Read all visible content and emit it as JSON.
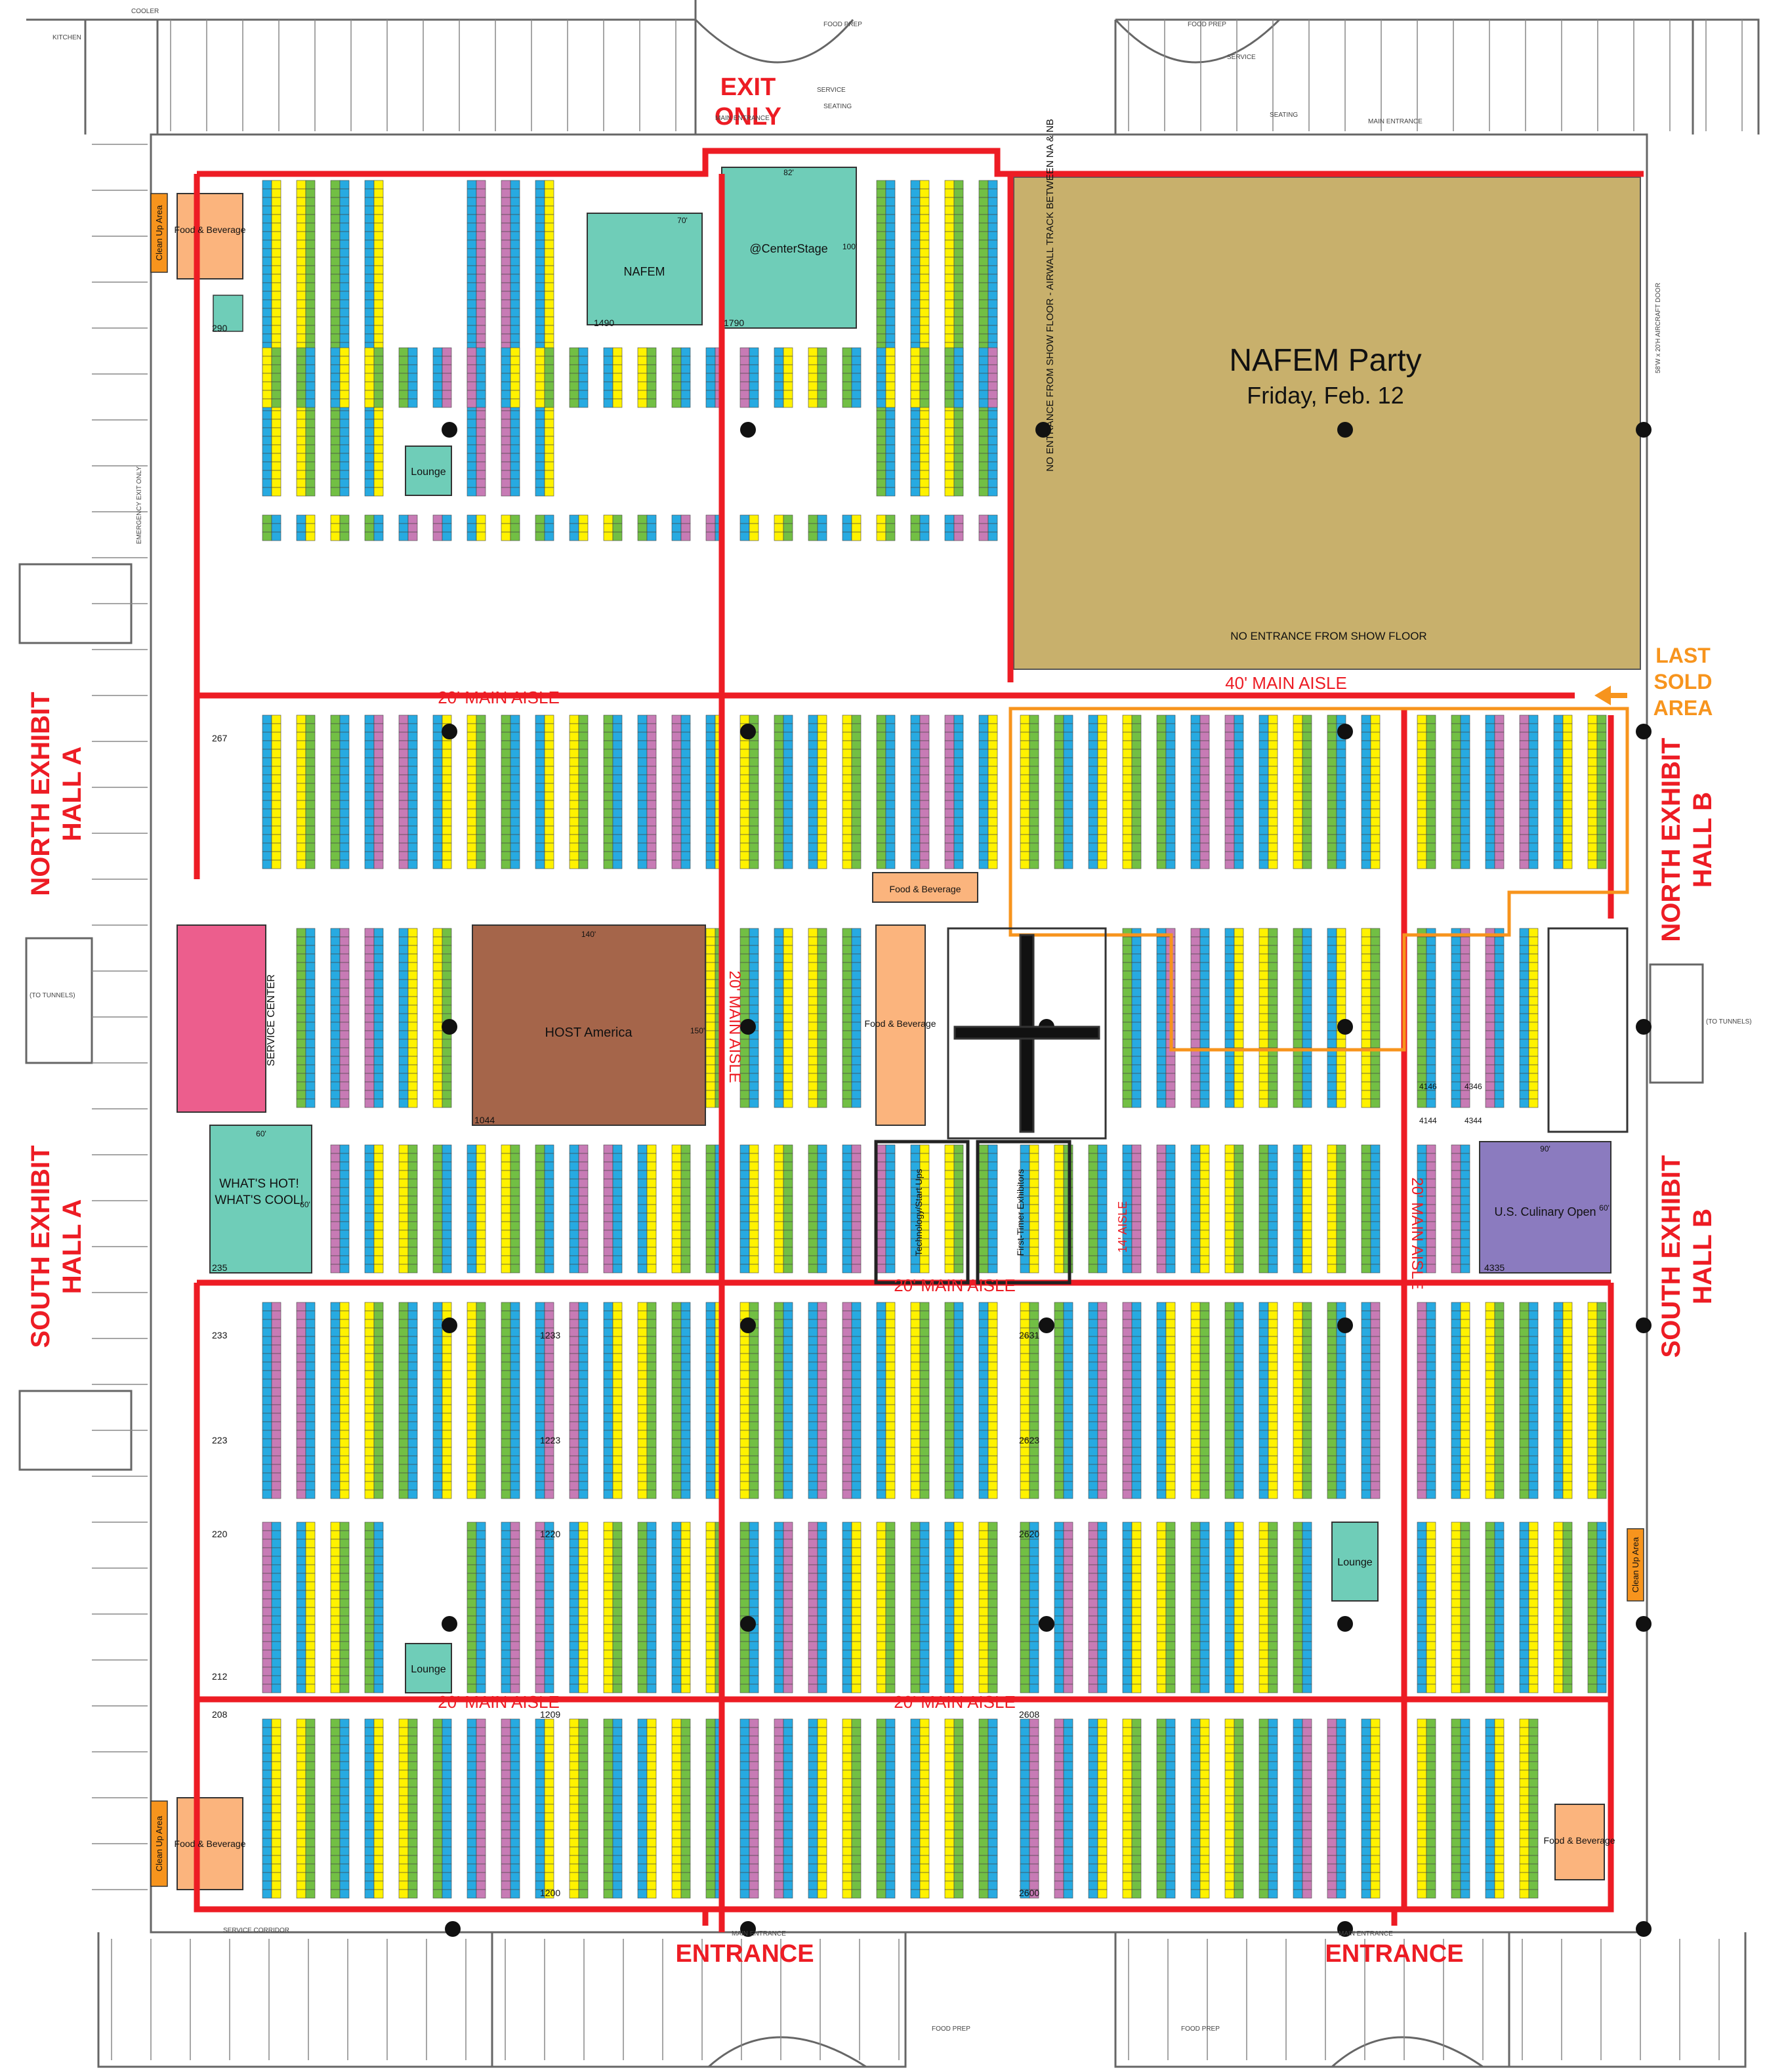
{
  "colors": {
    "blue": "#27aae1",
    "yellow": "#fff200",
    "green": "#72bf44",
    "purple": "#c77bb5",
    "red": "#ed1c24",
    "orange": "#f7941d",
    "teal": "#6fcdb8",
    "tan": "#c8b06c",
    "brown": "#a5654a",
    "peach": "#fbb47d",
    "pink": "#ec5e8d",
    "violet": "#8b7bbf",
    "wall": "#555555"
  },
  "hall_labels": {
    "north_a": [
      "NORTH EXHIBIT",
      "HALL  A"
    ],
    "south_a": [
      "SOUTH EXHIBIT",
      "HALL  A"
    ],
    "north_b": [
      "NORTH EXHIBIT",
      "HALL  B"
    ],
    "south_b": [
      "SOUTH EXHIBIT",
      "HALL  B"
    ]
  },
  "doors": {
    "exit_only": [
      "EXIT",
      "ONLY"
    ],
    "entrance_left": "ENTRANCE",
    "entrance_right": "ENTRANCE"
  },
  "last_sold_area": [
    "LAST",
    "SOLD",
    "AREA"
  ],
  "aisles": {
    "main_top_left": "20' MAIN AISLE",
    "main_top_right": "40' MAIN AISLE",
    "main_mid": "20' MAIN AISLE",
    "main_bottom_left": "20' MAIN AISLE",
    "main_bottom_center": "20' MAIN AISLE",
    "vertical_center": "20' MAIN AISLE",
    "vertical_right": "20' MAIN AISLE",
    "aisle_14": "14' AISLE"
  },
  "party": {
    "title": "NAFEM Party",
    "subtitle": "Friday, Feb. 12",
    "no_entrance_bottom": "NO ENTRANCE FROM SHOW FLOOR",
    "no_entrance_side": "NO ENTRANCE FROM SHOW FLOOR - AIRWALL TRACK BETWEEN NA & NB"
  },
  "features": {
    "nafem": "NAFEM",
    "center_stage": "@CenterStage",
    "host_america": "HOST America",
    "whats_hot_1": "WHAT'S HOT!",
    "whats_hot_2": "WHAT'S COOL!",
    "us_culinary": "U.S. Culinary Open",
    "service_center": "SERVICE CENTER",
    "lounge_top": "Lounge",
    "lounge_bottom_left": "Lounge",
    "lounge_right": "Lounge",
    "food_bev_top_left": "Food & Beverage",
    "food_bev_center": "Food & Beverage",
    "food_bev_center_tall": "Food & Beverage",
    "food_bev_bottom_left": "Food & Beverage",
    "food_bev_bottom_right": "Food & Beverage",
    "clean_up_top": "Clean Up Area",
    "clean_up_bottom": "Clean Up Area",
    "clean_up_right": "Clean Up Area",
    "technology": "Technology/Start Ups",
    "first_timer": "First-Timer Exhibitors"
  },
  "booth_numbers": {
    "b1490": "1490",
    "b1790": "1790",
    "b1044": "1044",
    "b4335": "4335",
    "b290": "290",
    "b235": "235",
    "b233": "233",
    "b223": "223",
    "b220": "220",
    "b212": "212",
    "b208": "208",
    "b267": "267",
    "b1233": "1233",
    "b1223": "1223",
    "b1220": "1220",
    "b1209": "1209",
    "b1200": "1200",
    "b2631": "2631",
    "b2623": "2623",
    "b2620": "2620",
    "b2608": "2608",
    "b2600": "2600",
    "b4146": "4146",
    "b4144": "4144",
    "b4346": "4346",
    "b4344": "4344"
  },
  "dims": {
    "nafem_w": "70'",
    "center_stage_w": "82'",
    "center_stage_h": "100'",
    "host_w": "140'",
    "host_h": "150'",
    "whats_hot_w": "60'",
    "whats_hot_h": "60'",
    "culinary_w": "90'",
    "culinary_h": "60'"
  },
  "misc_top": {
    "cooler": "COOLER",
    "kitchen": "KITCHEN",
    "food_prep_1": "FOOD PREP",
    "food_prep_2": "FOOD PREP",
    "service_1": "SERVICE",
    "service_2": "SERVICE",
    "seating_1": "SEATING",
    "seating_2": "SEATING",
    "main_entrance_top": "MAIN ENTRANCE",
    "main_entrance_top2": "MAIN ENTRANCE",
    "emergency_exit": "EMERGENCY EXIT ONLY",
    "to_tunnels_left": "(TO TUNNELS)",
    "to_tunnels_right": "(TO TUNNELS)",
    "aircraft_door": "58'W x 20'H AIRCRAFT DOOR"
  },
  "misc_bottom": {
    "main_entrance_1": "MAIN ENTRANCE",
    "main_entrance_2": "MAIN ENTRANCE",
    "service_corridor": "SERVICE CORRIDOR",
    "food_prep_3": "FOOD PREP",
    "food_prep_4": "FOOD PREP"
  }
}
